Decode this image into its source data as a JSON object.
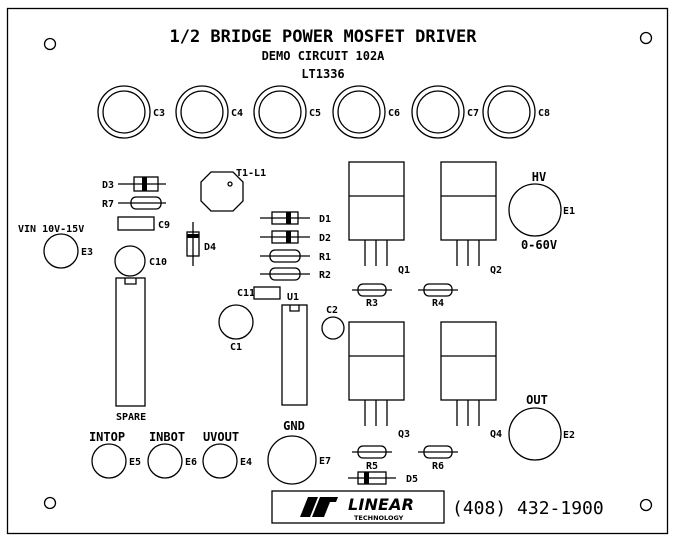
{
  "title": {
    "line1": "1/2 BRIDGE POWER MOSFET DRIVER",
    "line2": "DEMO CIRCUIT 102A",
    "line3": "LT1336"
  },
  "components": {
    "caps_top": [
      "C3",
      "C4",
      "C5",
      "C6",
      "C7",
      "C8"
    ],
    "d3": "D3",
    "r7": "R7",
    "c9": "C9",
    "t1l1": "T1-L1",
    "d4": "D4",
    "c10": "C10",
    "d1": "D1",
    "d2": "D2",
    "r1": "R1",
    "r2": "R2",
    "c11": "C11",
    "u1": "U1",
    "c1": "C1",
    "c2": "C2",
    "q1": "Q1",
    "q2": "Q2",
    "q3": "Q3",
    "q4": "Q4",
    "r3": "R3",
    "r4": "R4",
    "r5": "R5",
    "r6": "R6",
    "d5": "D5",
    "spare": "SPARE"
  },
  "terminals": {
    "vin_label": "VIN 10V-15V",
    "e3": "E3",
    "hv_label": "HV",
    "e1": "E1",
    "hv_range": "0-60V",
    "out_label": "OUT",
    "e2": "E2",
    "gnd_label": "GND",
    "e7": "E7",
    "intop_label": "INTOP",
    "e5": "E5",
    "inbot_label": "INBOT",
    "e6": "E6",
    "uvout_label": "UVOUT",
    "e4": "E4"
  },
  "logo": {
    "line1": "LINEAR",
    "line2": "TECHNOLOGY"
  },
  "phone": "(408) 432-1900"
}
